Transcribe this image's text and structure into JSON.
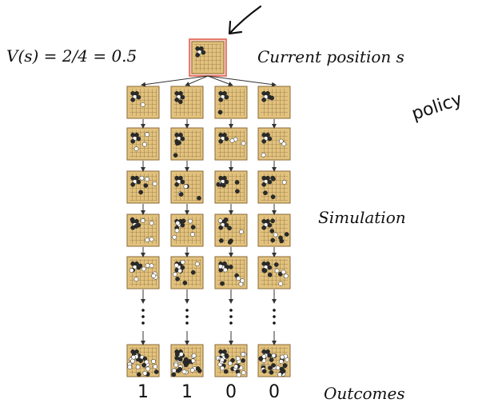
{
  "labels": {
    "value_formula": "V(s) = 2/4 = 0.5",
    "current_position": "Current position s",
    "simulation": "Simulation",
    "outcomes": "Outcomes",
    "handwritten_note": "policy"
  },
  "outcomes": [
    "1",
    "1",
    "0",
    "0"
  ],
  "colors": {
    "board": "#e2c27d",
    "board_border": "#8a6a36",
    "grid": "#6b5330",
    "highlight": "#e05a4a",
    "black_stone": "#2a2a2a",
    "white_stone": "#ffffff",
    "ink": "#1a1a1a"
  }
}
